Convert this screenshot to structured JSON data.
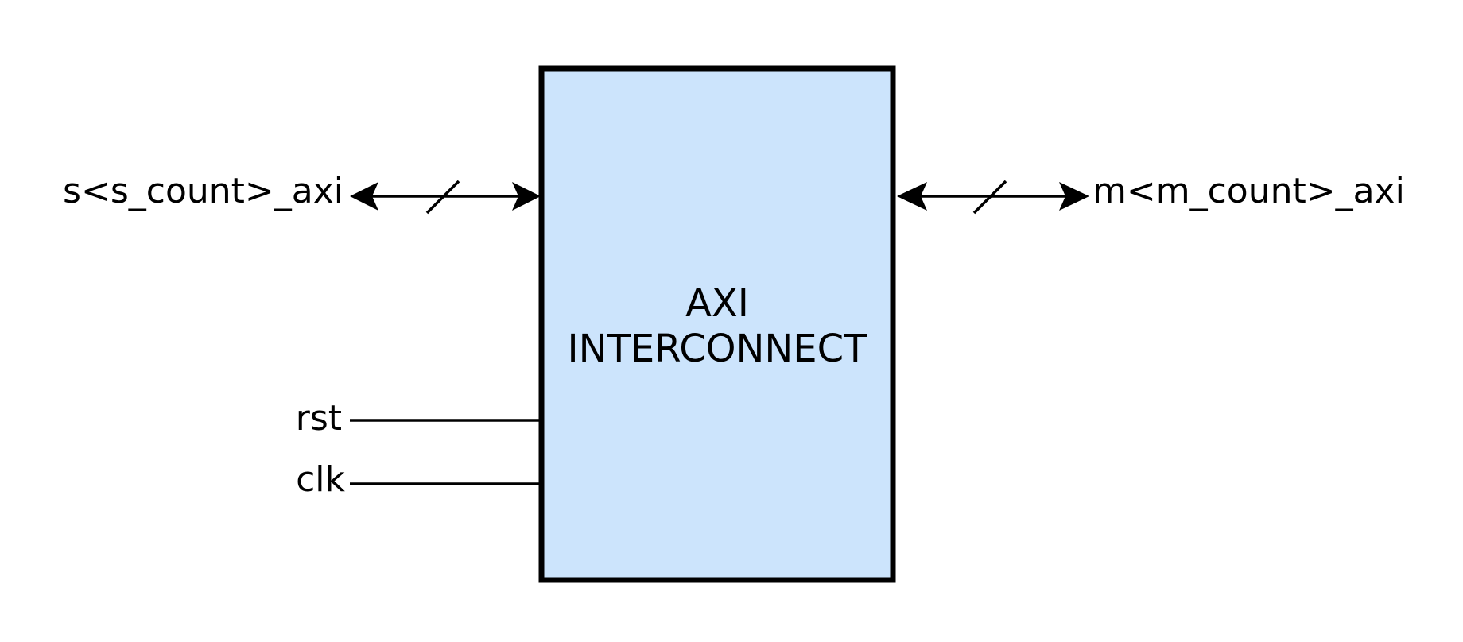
{
  "diagram": {
    "block": {
      "title_line1": "AXI",
      "title_line2": "INTERCONNECT",
      "fill_color": "#cce4fc",
      "stroke_color": "#000000"
    },
    "ports": {
      "slave_bus": "s<s_count>_axi",
      "master_bus": "m<m_count>_axi",
      "reset": "rst",
      "clock": "clk"
    }
  }
}
